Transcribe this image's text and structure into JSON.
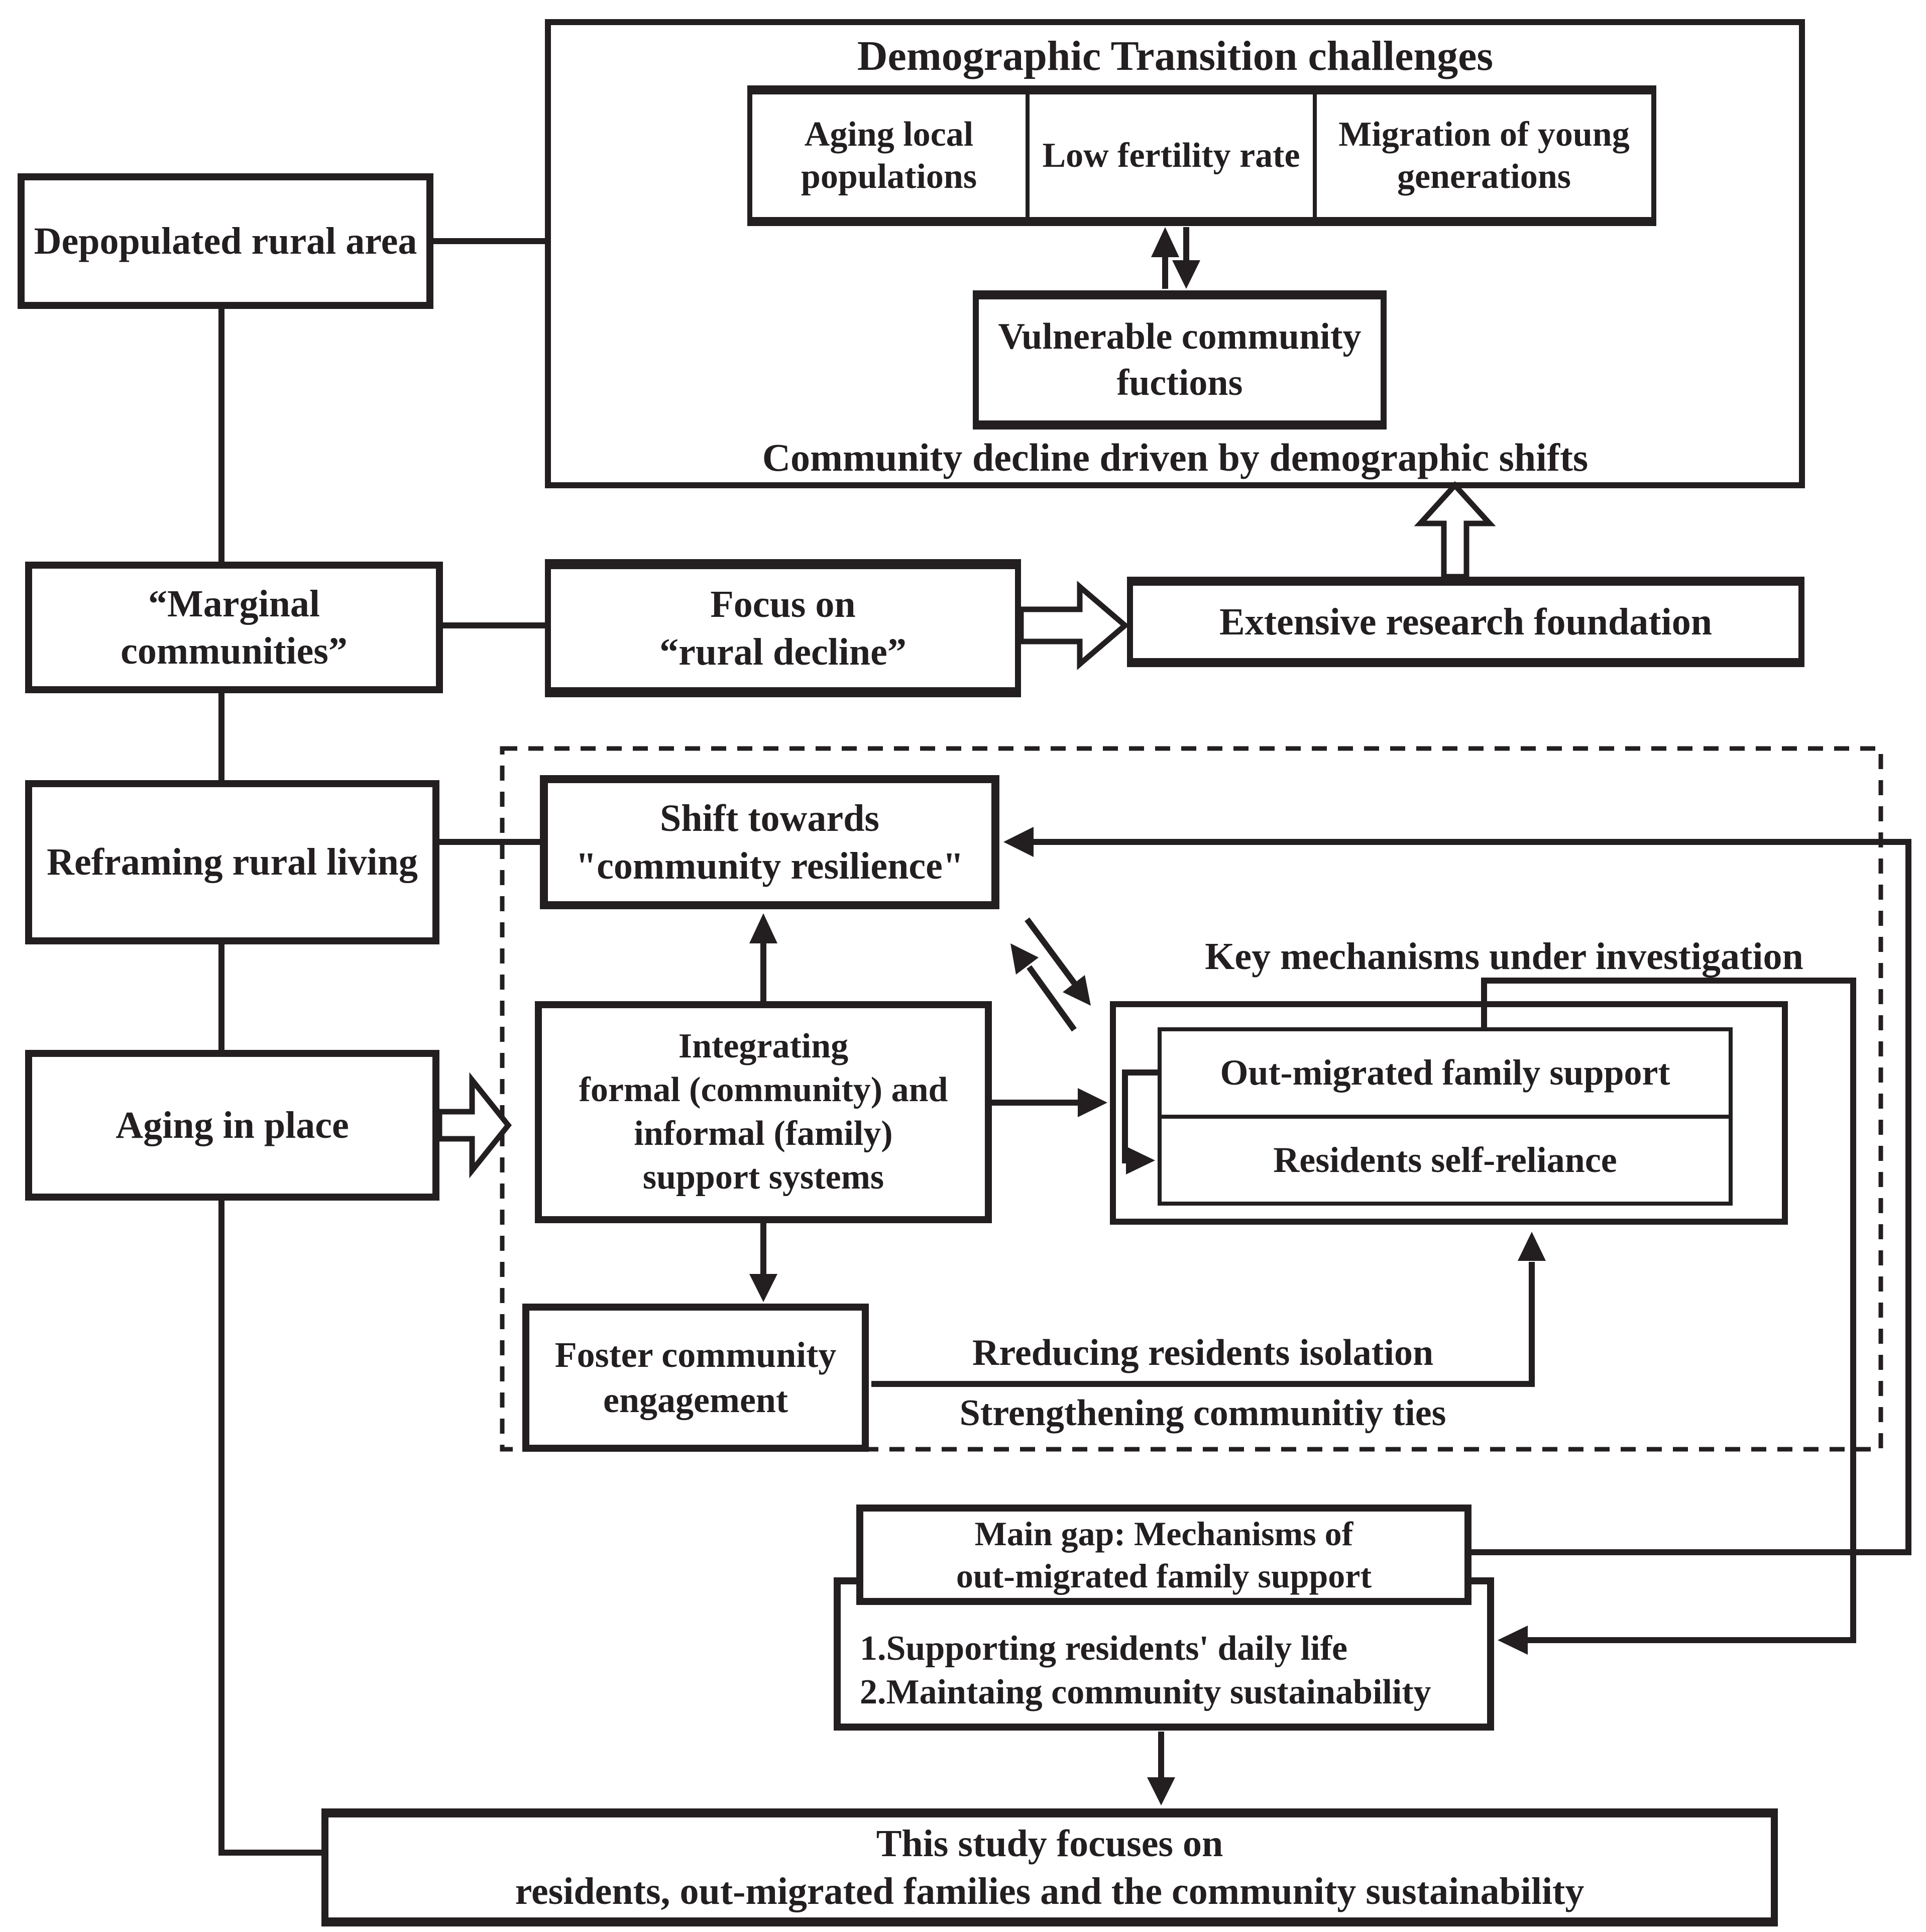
{
  "colors": {
    "ink": "#231f20",
    "background": "#ffffff"
  },
  "diagram": {
    "demographic_section": {
      "title": "Demographic Transition challenges",
      "challenges": [
        "Aging local\npopulations",
        "Low fertility rate",
        "Migration of young\ngenerations"
      ],
      "vulnerable_box": "Vulnerable community\nfuctions",
      "caption": "Community decline driven by demographic shifts"
    },
    "left_column": {
      "depopulated": "Depopulated rural area",
      "marginal": "“Marginal communities”",
      "reframing": "Reframing rural living",
      "aging": "Aging in place"
    },
    "research_row": {
      "focus": "Focus on\n“rural decline”",
      "extensive": "Extensive research foundation"
    },
    "resilience_section": {
      "shift": "Shift towards\n\"community resilience\"",
      "integrating": "Integrating\nformal (community) and\ninformal (family)\nsupport systems",
      "foster": "Foster community\nengagement",
      "key_label": "Key mechanisms under investigation",
      "mechanism_top": "Out-migrated family support",
      "mechanism_bottom": "Residents self-reliance",
      "isolation_note": "Rreducing residents isolation",
      "ties_note": "Strengthening communitiy ties"
    },
    "gap_section": {
      "main_gap": "Main gap: Mechanisms of\nout-migrated family support",
      "functions": "1.Supporting residents' daily life\n2.Maintaing community sustainability",
      "study_focus": "This study focuses on\nresidents, out-migrated families and the community sustainability"
    }
  }
}
